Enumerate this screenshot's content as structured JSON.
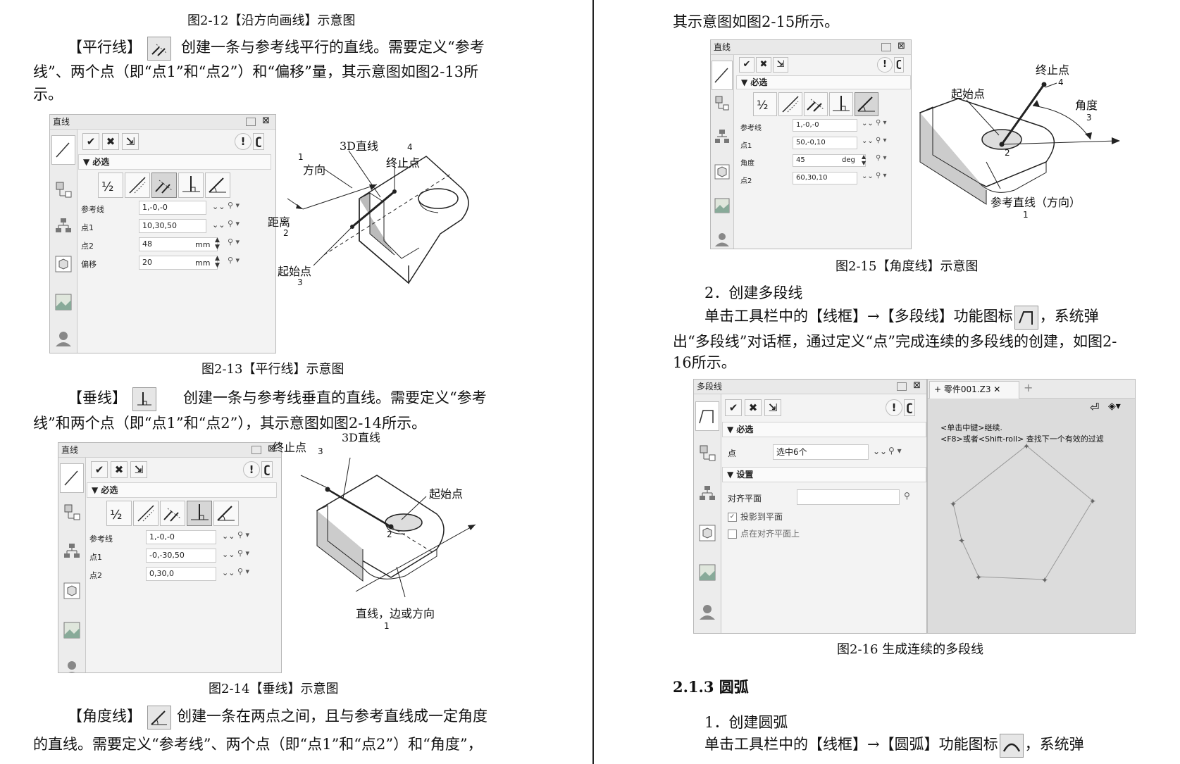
{
  "left": {
    "fig212_caption": "图2-12【沿方向画线】示意图",
    "para_parallel": {
      "lead": "【平行线】",
      "line1": "创建一条与参考线平行的直线。需要定义“参考",
      "line2": "线”、两个点（即“点1”和“点2”）和“偏移”量，其示意图如图2-13所",
      "line3": "示。"
    },
    "fig213": {
      "panel": {
        "title": "直线",
        "section": "必选",
        "fields": [
          {
            "label": "参考线",
            "value": "1,-0,-0",
            "unit": ""
          },
          {
            "label": "点1",
            "value": "10,30,50",
            "unit": ""
          },
          {
            "label": "点2",
            "value": "48",
            "unit": "mm"
          },
          {
            "label": "偏移",
            "value": "20",
            "unit": "mm"
          }
        ]
      },
      "labels": {
        "line3d": "3D直线",
        "end": "终止点",
        "end_n": "4",
        "dir": "方向",
        "dir_n": "1",
        "dist": "距离",
        "dist_n": "2",
        "start": "起始点",
        "start_n": "3"
      },
      "caption": "图2-13【平行线】示意图"
    },
    "para_perp": {
      "lead": "【垂线】",
      "line1": "创建一条与参考线垂直的直线。需要定义“参考",
      "line2": "线”和两个点（即“点1”和“点2”），其示意图如图2-14所示。"
    },
    "fig214": {
      "panel": {
        "title": "直线",
        "section": "必选",
        "fields": [
          {
            "label": "参考线",
            "value": "1,-0,-0",
            "unit": ""
          },
          {
            "label": "点1",
            "value": "-0,-30,50",
            "unit": ""
          },
          {
            "label": "点2",
            "value": "0,30,0",
            "unit": ""
          }
        ]
      },
      "labels": {
        "end": "终止点",
        "end_n": "3",
        "line3d": "3D直线",
        "start": "起始点",
        "start_n": "2",
        "edge": "直线，边或方向",
        "edge_n": "1"
      },
      "caption": "图2-14【垂线】示意图"
    },
    "para_angle": {
      "lead": "【角度线】",
      "line1": "创建一条在两点之间，且与参考直线成一定角度",
      "line2": "的直线。需要定义“参考线”、两个点（即“点1”和“点2”）和“角度”，"
    }
  },
  "right": {
    "top_line": "其示意图如图2-15所示。",
    "fig215": {
      "panel": {
        "title": "直线",
        "section": "必选",
        "fields": [
          {
            "label": "参考线",
            "value": "1,-0,-0",
            "unit": ""
          },
          {
            "label": "点1",
            "value": "50,-0,10",
            "unit": ""
          },
          {
            "label": "角度",
            "value": "45",
            "unit": "deg"
          },
          {
            "label": "点2",
            "value": "60,30,10",
            "unit": ""
          }
        ]
      },
      "labels": {
        "end": "终止点",
        "end_n": "4",
        "start": "起始点",
        "angle": "角度",
        "angle_n": "3",
        "start_n": "2",
        "ref": "参考直线（方向）",
        "ref_n": "1"
      },
      "caption": "图2-15【角度线】示意图"
    },
    "sec2_heading": "2．创建多段线",
    "sec2_para": {
      "line1a": "单击工具栏中的【线框】→【多段线】功能图标",
      "line1b": "，系统弹",
      "line2": "出“多段线”对话框，通过定义“点”完成连续的多段线的创建，如图2-",
      "line3": "16所示。"
    },
    "fig216": {
      "panel": {
        "title": "多段线",
        "section_required": "必选",
        "point_label": "点",
        "point_value": "选中6个",
        "section_settings": "设置",
        "align_plane_label": "对齐平面",
        "chk_project": "投影到平面",
        "chk_on_plane": "点在对齐平面上"
      },
      "viewport": {
        "tab_label": "零件001.Z3",
        "hint1": "<单击中键>继续.",
        "hint2": "<F8>或者<Shift-roll> 查找下一个有效的过滤"
      },
      "caption": "图2-16 生成连续的多段线"
    },
    "sec213_heading": "2.1.3 圆弧",
    "sec1_heading": "1．创建圆弧",
    "arc_para": {
      "line1a": "单击工具栏中的【线框】→【圆弧】功能图标",
      "line1b": "，系统弹"
    }
  }
}
